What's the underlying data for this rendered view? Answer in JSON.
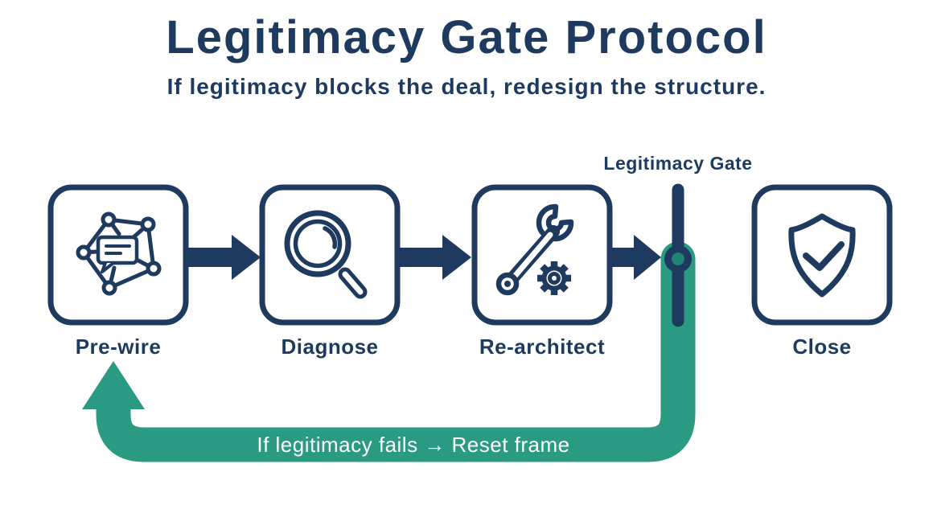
{
  "header": {
    "title": "Legitimacy Gate Protocol",
    "subtitle": "If legitimacy blocks the deal, redesign the structure."
  },
  "steps": [
    {
      "label": "Pre-wire",
      "icon": "network-chat-icon"
    },
    {
      "label": "Diagnose",
      "icon": "magnifying-glass-icon"
    },
    {
      "label": "Re-architect",
      "icon": "wrench-gear-icon"
    },
    {
      "label": "Close",
      "icon": "shield-check-icon"
    }
  ],
  "gate": {
    "label": "Legitimacy Gate"
  },
  "feedback": {
    "label": "If legitimacy fails → Reset frame"
  },
  "colors": {
    "navy": "#1e3a5e",
    "green": "#2a9b82",
    "knob_center_teal": "#1f8473",
    "background": "#ffffff",
    "loop_text": "#ffffff"
  }
}
